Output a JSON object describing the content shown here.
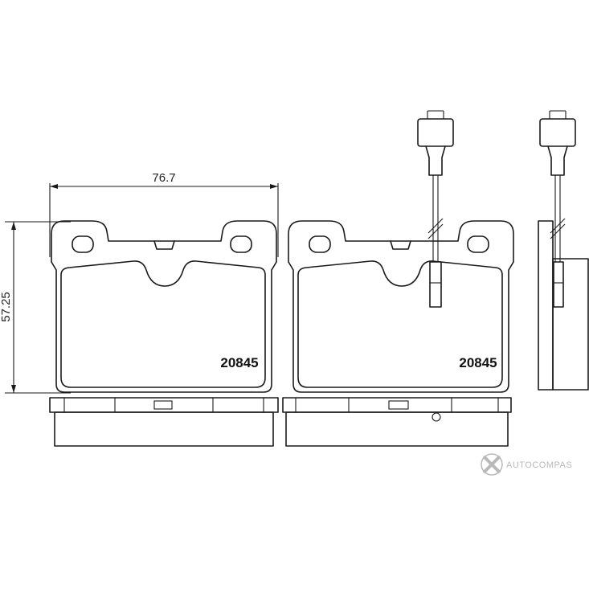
{
  "dimensions": {
    "width_label": "76.7",
    "height_label": "57.25"
  },
  "part_number_left": "20845",
  "part_number_right": "20845",
  "watermark": {
    "text": "AUTOCOMPAS",
    "color": "#b9b9b9"
  },
  "colors": {
    "line": "#1a1a1a",
    "background": "#ffffff"
  }
}
